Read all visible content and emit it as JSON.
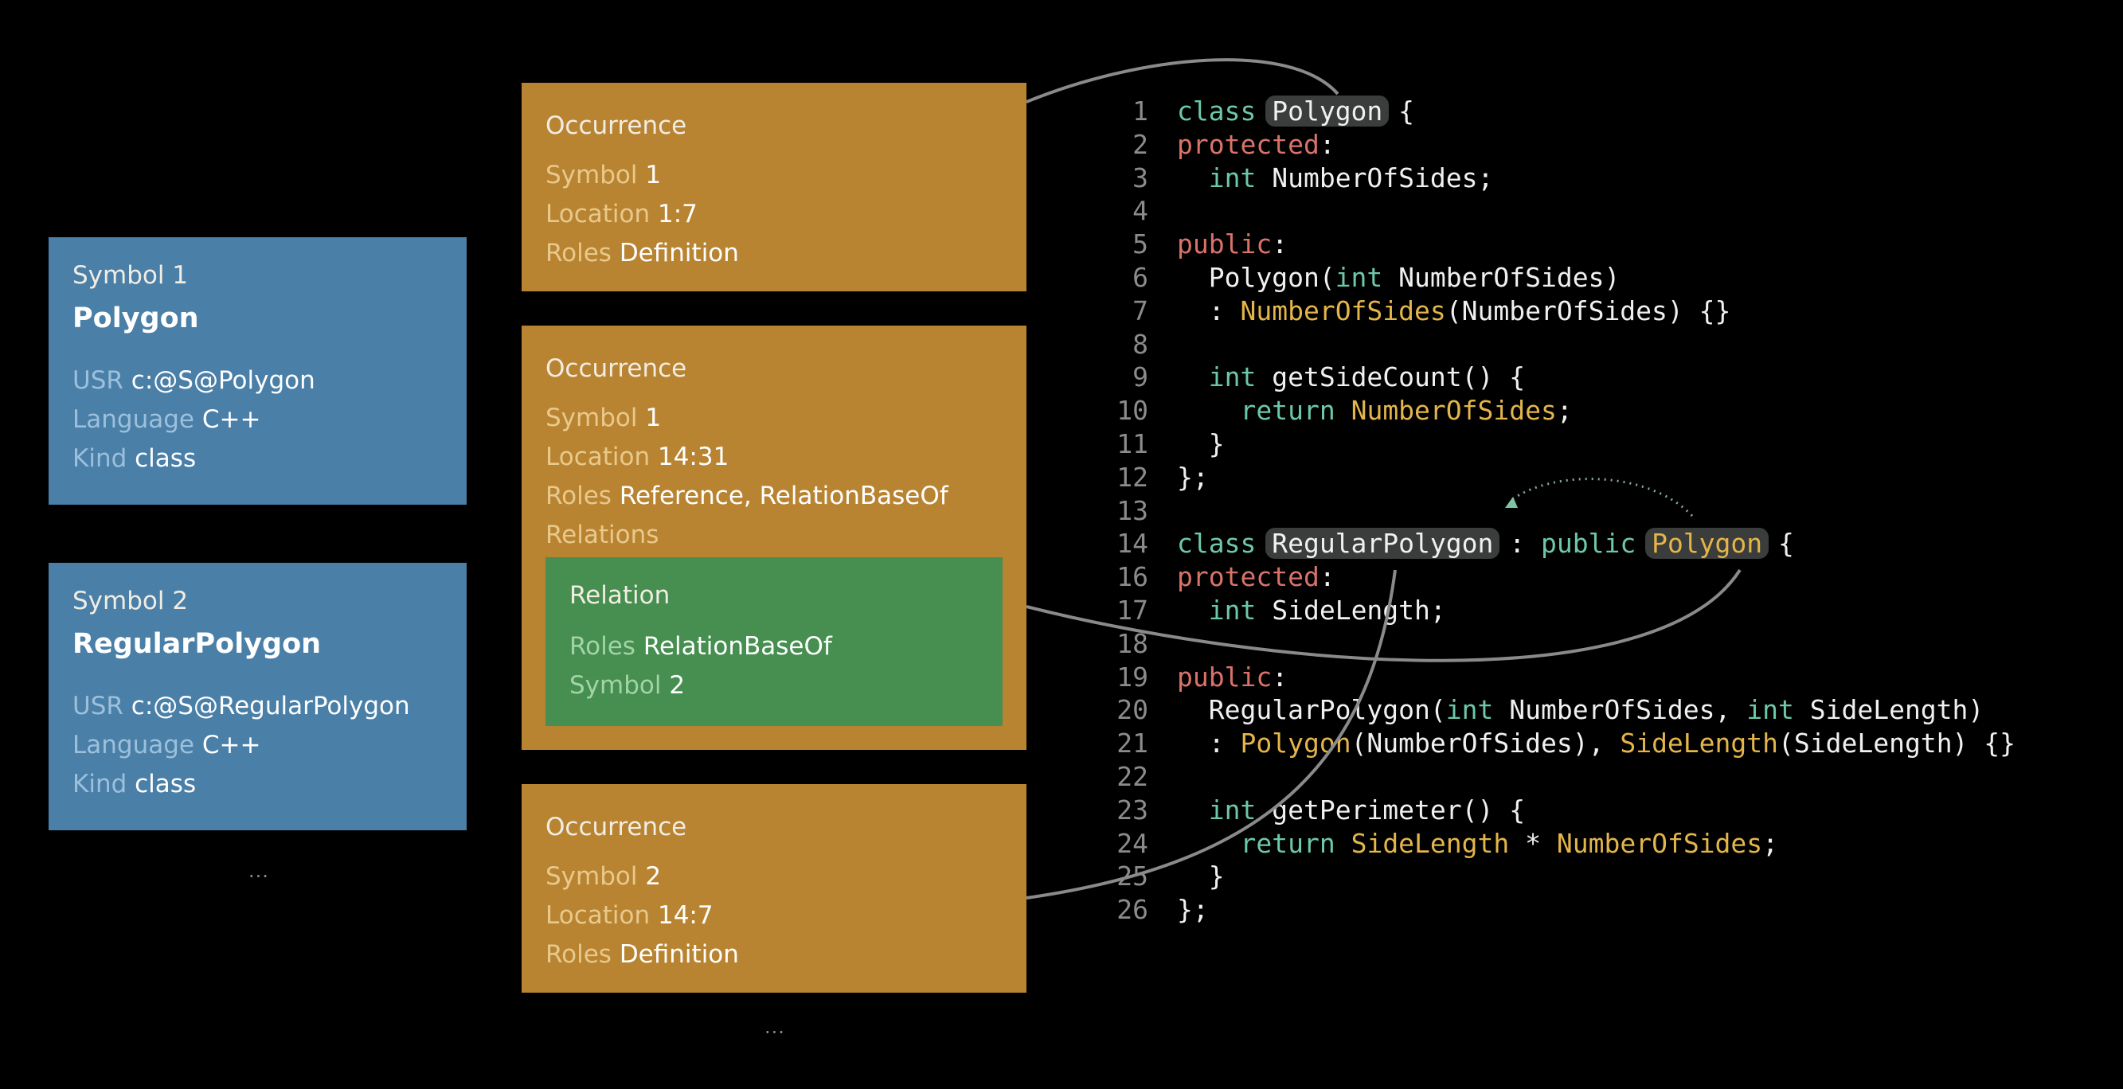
{
  "symbols": [
    {
      "title": "Symbol 1",
      "name": "Polygon",
      "usr_label": "USR",
      "usr": "c:@S@Polygon",
      "language_label": "Language",
      "language": "C++",
      "kind_label": "Kind",
      "kind": "class"
    },
    {
      "title": "Symbol 2",
      "name": "RegularPolygon",
      "usr_label": "USR",
      "usr": "c:@S@RegularPolygon",
      "language_label": "Language",
      "language": "C++",
      "kind_label": "Kind",
      "kind": "class"
    }
  ],
  "symbols_more": "...",
  "occurrences": [
    {
      "title": "Occurrence",
      "symbol_label": "Symbol",
      "symbol": "1",
      "location_label": "Location",
      "location": "1:7",
      "roles_label": "Roles",
      "roles": "Definition"
    },
    {
      "title": "Occurrence",
      "symbol_label": "Symbol",
      "symbol": "1",
      "location_label": "Location",
      "location": "14:31",
      "roles_label": "Roles",
      "roles": "Reference, RelationBaseOf",
      "relations_label": "Relations",
      "relation": {
        "title": "Relation",
        "roles_label": "Roles",
        "roles": "RelationBaseOf",
        "symbol_label": "Symbol",
        "symbol": "2"
      }
    },
    {
      "title": "Occurrence",
      "symbol_label": "Symbol",
      "symbol": "2",
      "location_label": "Location",
      "location": "14:7",
      "roles_label": "Roles",
      "roles": "Definition"
    }
  ],
  "occurrences_more": "...",
  "colors": {
    "symbol_box": "#4a7fa8",
    "occurrence_box": "#b98432",
    "relation_box": "#468f50",
    "keyword": "#6cc8a8",
    "access": "#d9736a",
    "reference": "#e3b54a"
  },
  "code": [
    {
      "n": "1",
      "tokens": [
        [
          "kw",
          "class"
        ],
        [
          "plain",
          " "
        ],
        [
          "hl",
          "Polygon"
        ],
        [
          "plain",
          " {"
        ]
      ]
    },
    {
      "n": "2",
      "tokens": [
        [
          "acc",
          "protected"
        ],
        [
          "plain",
          ":"
        ]
      ]
    },
    {
      "n": "3",
      "tokens": [
        [
          "plain",
          "  "
        ],
        [
          "kw",
          "int"
        ],
        [
          "plain",
          " NumberOfSides;"
        ]
      ]
    },
    {
      "n": "4",
      "tokens": []
    },
    {
      "n": "5",
      "tokens": [
        [
          "acc",
          "public"
        ],
        [
          "plain",
          ":"
        ]
      ]
    },
    {
      "n": "6",
      "tokens": [
        [
          "plain",
          "  Polygon("
        ],
        [
          "kw",
          "int"
        ],
        [
          "plain",
          " NumberOfSides)"
        ]
      ]
    },
    {
      "n": "7",
      "tokens": [
        [
          "plain",
          "  : "
        ],
        [
          "ref",
          "NumberOfSides"
        ],
        [
          "plain",
          "(NumberOfSides) {}"
        ]
      ]
    },
    {
      "n": "8",
      "tokens": []
    },
    {
      "n": "9",
      "tokens": [
        [
          "plain",
          "  "
        ],
        [
          "kw",
          "int"
        ],
        [
          "plain",
          " getSideCount() {"
        ]
      ]
    },
    {
      "n": "10",
      "tokens": [
        [
          "plain",
          "    "
        ],
        [
          "kw",
          "return"
        ],
        [
          "plain",
          " "
        ],
        [
          "ref",
          "NumberOfSides"
        ],
        [
          "plain",
          ";"
        ]
      ]
    },
    {
      "n": "11",
      "tokens": [
        [
          "plain",
          "  }"
        ]
      ]
    },
    {
      "n": "12",
      "tokens": [
        [
          "plain",
          "};"
        ]
      ]
    },
    {
      "n": "13",
      "tokens": []
    },
    {
      "n": "14",
      "tokens": [
        [
          "kw",
          "class"
        ],
        [
          "plain",
          " "
        ],
        [
          "hl",
          "RegularPolygon"
        ],
        [
          "plain",
          " : "
        ],
        [
          "kw",
          "public"
        ],
        [
          "plain",
          " "
        ],
        [
          "hlref",
          "Polygon"
        ],
        [
          "plain",
          " {"
        ]
      ]
    },
    {
      "n": "16",
      "tokens": [
        [
          "acc",
          "protected"
        ],
        [
          "plain",
          ":"
        ]
      ]
    },
    {
      "n": "17",
      "tokens": [
        [
          "plain",
          "  "
        ],
        [
          "kw",
          "int"
        ],
        [
          "plain",
          " SideLength;"
        ]
      ]
    },
    {
      "n": "18",
      "tokens": []
    },
    {
      "n": "19",
      "tokens": [
        [
          "acc",
          "public"
        ],
        [
          "plain",
          ":"
        ]
      ]
    },
    {
      "n": "20",
      "tokens": [
        [
          "plain",
          "  RegularPolygon("
        ],
        [
          "kw",
          "int"
        ],
        [
          "plain",
          " NumberOfSides, "
        ],
        [
          "kw",
          "int"
        ],
        [
          "plain",
          " SideLength)"
        ]
      ]
    },
    {
      "n": "21",
      "tokens": [
        [
          "plain",
          "  : "
        ],
        [
          "ref",
          "Polygon"
        ],
        [
          "plain",
          "(NumberOfSides), "
        ],
        [
          "ref",
          "SideLength"
        ],
        [
          "plain",
          "(SideLength) {}"
        ]
      ]
    },
    {
      "n": "22",
      "tokens": []
    },
    {
      "n": "23",
      "tokens": [
        [
          "plain",
          "  "
        ],
        [
          "kw",
          "int"
        ],
        [
          "plain",
          " getPerimeter() {"
        ]
      ]
    },
    {
      "n": "24",
      "tokens": [
        [
          "plain",
          "    "
        ],
        [
          "kw",
          "return"
        ],
        [
          "plain",
          " "
        ],
        [
          "ref",
          "SideLength"
        ],
        [
          "plain",
          " * "
        ],
        [
          "ref",
          "NumberOfSides"
        ],
        [
          "plain",
          ";"
        ]
      ]
    },
    {
      "n": "25",
      "tokens": [
        [
          "plain",
          "  }"
        ]
      ]
    },
    {
      "n": "26",
      "tokens": [
        [
          "plain",
          "};"
        ]
      ]
    }
  ]
}
